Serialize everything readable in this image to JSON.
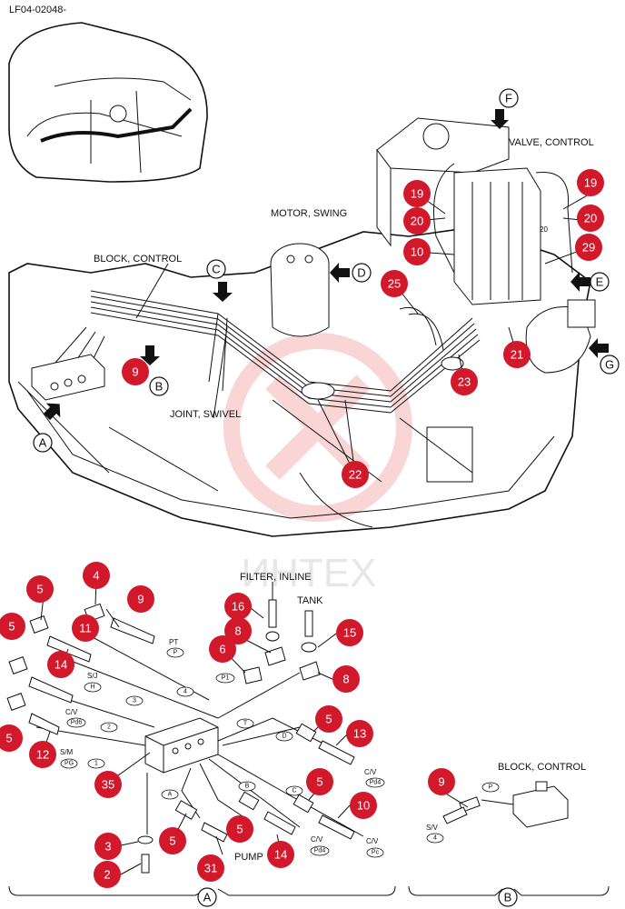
{
  "doc_code": "LF04-02048-",
  "watermark": "ИНТЕХ",
  "labels": {
    "valve_control": "VALVE, CONTROL",
    "motor_swing": "MOTOR, SWING",
    "block_control_top": "BLOCK, CONTROL",
    "joint_swivel": "JOINT, SWIVEL",
    "filter_inline": "FILTER, INLINE",
    "tank": "TANK",
    "block_control_b": "BLOCK, CONTROL",
    "pump": "PUMP",
    "pt": "PT",
    "sj": "S/J",
    "cv1": "C/V",
    "sm": "S/M",
    "cv2": "C/V",
    "cv3": "C/V",
    "cv4": "C/V",
    "sv": "S/V",
    "num20": "20"
  },
  "ports": [
    "P",
    "P1",
    "H",
    "3",
    "4",
    "Pd6",
    "2",
    "T",
    "D",
    "1",
    "PG",
    "Pd4",
    "A",
    "B",
    "C",
    "Pd4",
    "Pc",
    "P",
    "4"
  ],
  "callouts": [
    "19",
    "19",
    "20",
    "20",
    "10",
    "29",
    "25",
    "21",
    "23",
    "22",
    "9",
    "5",
    "4",
    "9",
    "5",
    "11",
    "14",
    "12",
    "5",
    "35",
    "16",
    "8",
    "6",
    "15",
    "8",
    "5",
    "13",
    "5",
    "10",
    "3",
    "5",
    "5",
    "2",
    "31",
    "14",
    "9"
  ],
  "letters": [
    "F",
    "C",
    "D",
    "E",
    "G",
    "A",
    "B",
    "A",
    "B"
  ]
}
